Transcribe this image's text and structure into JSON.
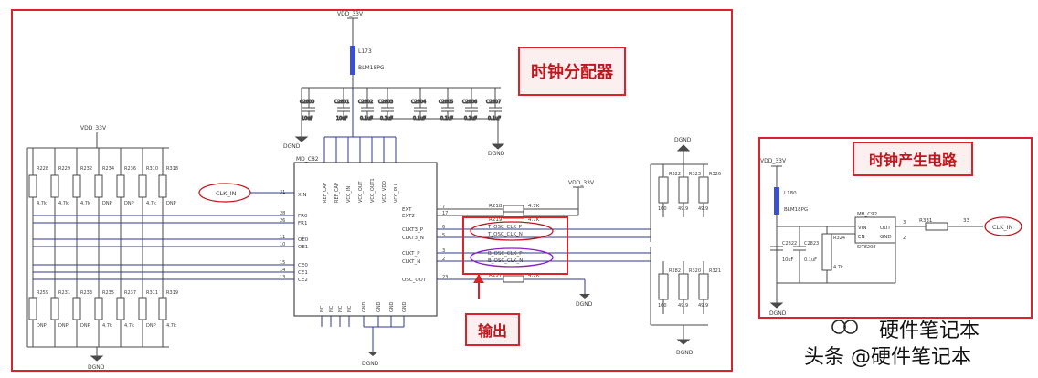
{
  "callouts": {
    "clock_distributor": "时钟分配器",
    "clock_generator": "时钟产生电路",
    "output": "输出"
  },
  "colors": {
    "frame": "#d9242b",
    "wire": "#2f3a8f",
    "component": "#4a4a4a",
    "blue_bar": "#3a4fd6",
    "ellipse_red": "#c0171e",
    "ellipse_purple": "#8a1ec0",
    "label": "#3a3a3a"
  },
  "watermark": {
    "line1": "硬件笔记本",
    "line2": "头条 @硬件笔记本"
  },
  "distributor": {
    "vdd_top": "VDD_33V",
    "inductor": "L173",
    "inductor_value": "BLM18PG",
    "chip_name": "MD_C82",
    "pins_left": [
      "XIN",
      "FR0",
      "FR1",
      "OE0",
      "OE1",
      "CE0",
      "CE1",
      "CE2"
    ],
    "pin_nums_left": [
      "31",
      "28",
      "26",
      "11",
      "10",
      "15",
      "14",
      "13"
    ],
    "pins_right": [
      "EXT",
      "EXT2",
      "CLKT3_P",
      "CLKT3_N",
      "CLKT_P",
      "CLKT_N",
      "OSC_OUT"
    ],
    "pin_nums_right": [
      "7",
      "17",
      "6",
      "5",
      "3",
      "2",
      "23"
    ],
    "vcc_pins": [
      "REF_CAP",
      "REF_CAP",
      "VCC_IN",
      "VCC_OUT",
      "VCC_OUT1",
      "VCC_VDD",
      "VCC_PLL"
    ],
    "bottom_pins": [
      "NC",
      "NC",
      "NC",
      "NC",
      "GND",
      "GND",
      "GND",
      "GND"
    ],
    "clk_in_label": "CLK_IN",
    "caps": [
      "C2800",
      "C2801",
      "C2802",
      "C2803",
      "C2804",
      "C2805",
      "C2806",
      "C2807"
    ],
    "cap_values": [
      "10uF",
      "10uF",
      "0.1uF",
      "0.1uF",
      "0.1uF",
      "0.1uF",
      "0.1uF",
      "0.1uF"
    ],
    "dgnd": "DGND",
    "vdd_left": "VDD_33V",
    "pullups": [
      "R228",
      "R229",
      "R232",
      "R234",
      "R236",
      "R310",
      "R318"
    ],
    "pullup_values": [
      "4.7k",
      "4.7k",
      "4.7k",
      "DNP",
      "DNP",
      "4.7k",
      "DNP"
    ],
    "pulldowns": [
      "R259",
      "R231",
      "R233",
      "R235",
      "R237",
      "R311",
      "R319"
    ],
    "pulldown_values": [
      "DNP",
      "DNP",
      "DNP",
      "4.7k",
      "4.7k",
      "DNP",
      "4.7k"
    ],
    "r_ext1": "R218",
    "r_ext1_value": "4.7K",
    "r_ext2": "R219",
    "r_ext2_value": "4.7K",
    "r_osc": "R257",
    "r_osc_value": "4.7K",
    "vdd_right": "VDD_33V",
    "out_label1": "T_OSC_CLK_P",
    "out_label2": "T_OSC_CLK_N",
    "out_label3": "B_OSC_CLK_P",
    "out_label4": "B_OSC_CLK_N",
    "term_top": [
      "R322",
      "R323",
      "R326"
    ],
    "term_top_values": [
      "100",
      "49.9",
      "49.9"
    ],
    "term_bottom": [
      "R282",
      "R320",
      "R321"
    ],
    "term_bottom_values": [
      "100",
      "49.9",
      "49.9"
    ]
  },
  "generator": {
    "vdd": "VDD_33V",
    "inductor": "L180",
    "inductor_value": "BLM18PG",
    "caps": [
      "C2822",
      "C2823"
    ],
    "cap_values": [
      "10uF",
      "0.1uF"
    ],
    "r_en": "R324",
    "r_en_value": "4.7k",
    "chip": "MB_C92",
    "chip_part": "SIT8208",
    "pin_vin": "VIN",
    "pin_out": "OUT",
    "pin_en": "EN",
    "pin_gnd": "GND",
    "pin_num_out": "3",
    "pin_num_gnd": "2",
    "r_series": "R331",
    "r_series_value": "33",
    "clk_out": "CLK_IN",
    "dgnd": "DGND"
  }
}
